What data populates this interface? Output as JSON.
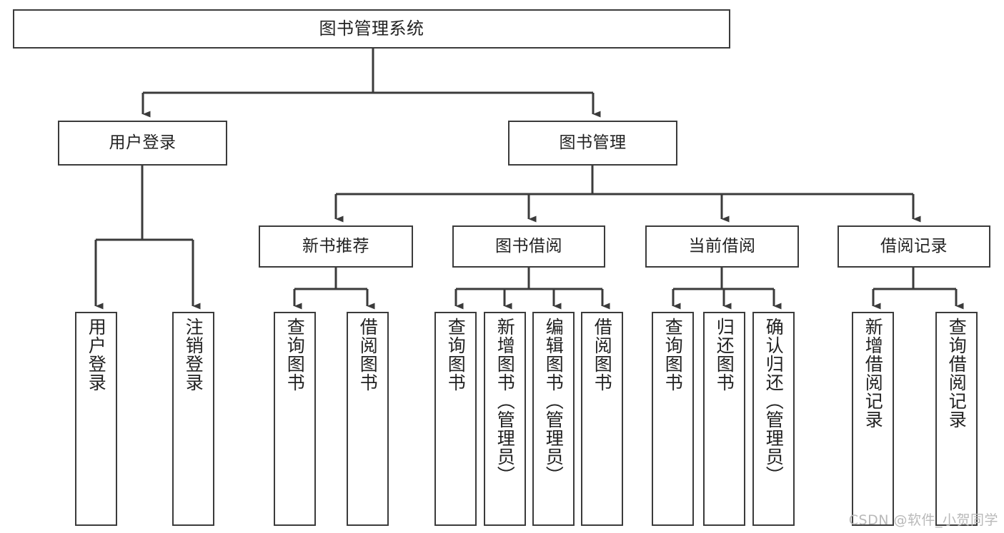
{
  "diagram": {
    "type": "tree-hierarchy",
    "title": "图书管理系统",
    "watermark": "CSDN @软件_小贺同学",
    "colors": {
      "box_stroke": "#3b3b3b",
      "box_fill": "#ffffff",
      "connector": "#3b3b3b",
      "text": "#222222",
      "watermark": "#b9b9b9"
    },
    "nodes": {
      "root": {
        "label": "图书管理系统"
      },
      "level1": [
        {
          "id": "user-login",
          "label": "用户登录"
        },
        {
          "id": "book-manage",
          "label": "图书管理"
        }
      ],
      "level2": [
        {
          "id": "new-book-recommend",
          "label": "新书推荐"
        },
        {
          "id": "book-borrow",
          "label": "图书借阅"
        },
        {
          "id": "current-borrow",
          "label": "当前借阅"
        },
        {
          "id": "borrow-record",
          "label": "借阅记录"
        }
      ],
      "leaves": {
        "user_login": [
          {
            "id": "leaf-user-login",
            "label": "用户登录"
          },
          {
            "id": "leaf-logout-login",
            "label": "注销登录"
          }
        ],
        "new_book_recommend": [
          {
            "id": "leaf-query-book-1",
            "label": "查询图书"
          },
          {
            "id": "leaf-borrow-book-1",
            "label": "借阅图书"
          }
        ],
        "book_borrow": [
          {
            "id": "leaf-query-book-2",
            "label": "查询图书"
          },
          {
            "id": "leaf-add-book",
            "label": "新增图书（管理员）"
          },
          {
            "id": "leaf-edit-book",
            "label": "编辑图书（管理员）"
          },
          {
            "id": "leaf-borrow-book-2",
            "label": "借阅图书"
          }
        ],
        "current_borrow": [
          {
            "id": "leaf-query-book-3",
            "label": "查询图书"
          },
          {
            "id": "leaf-return-book",
            "label": "归还图书"
          },
          {
            "id": "leaf-confirm-return",
            "label": "确认归还（管理员）"
          }
        ],
        "borrow_record": [
          {
            "id": "leaf-add-record",
            "label": "新增借阅记录"
          },
          {
            "id": "leaf-query-record",
            "label": "查询借阅记录"
          }
        ]
      }
    }
  }
}
